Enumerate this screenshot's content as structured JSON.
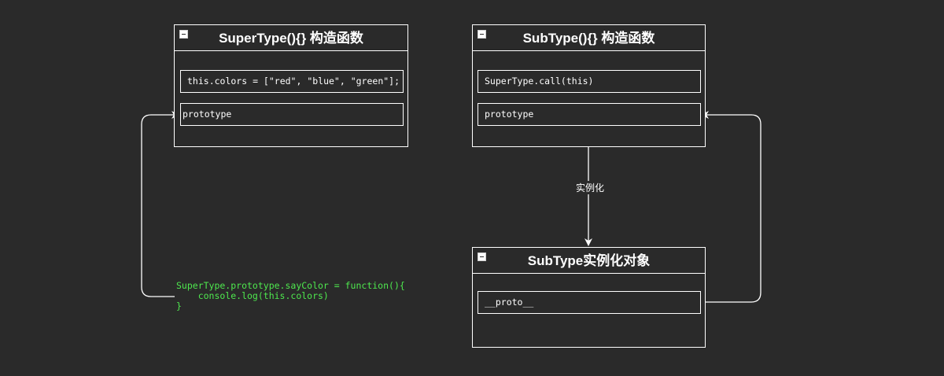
{
  "supertype_box": {
    "title": "SuperType(){} 构造函数",
    "fields": [
      "this.colors = [\"red\", \"blue\", \"green\"];",
      "prototype"
    ]
  },
  "subtype_box": {
    "title": "SubType(){} 构造函数",
    "fields": [
      "SuperType.call(this)",
      "prototype"
    ]
  },
  "instance_box": {
    "title": "SubType实例化对象",
    "fields": [
      "__proto__"
    ]
  },
  "code_note": {
    "lines": [
      "SuperType.prototype.sayColor = function(){",
      "    console.log(this.colors)",
      "}"
    ]
  },
  "edge_instantiate": {
    "label": "实例化"
  },
  "colors": {
    "background": "#2a2a2a",
    "stroke": "#ffffff",
    "code": "#4ee84e"
  }
}
